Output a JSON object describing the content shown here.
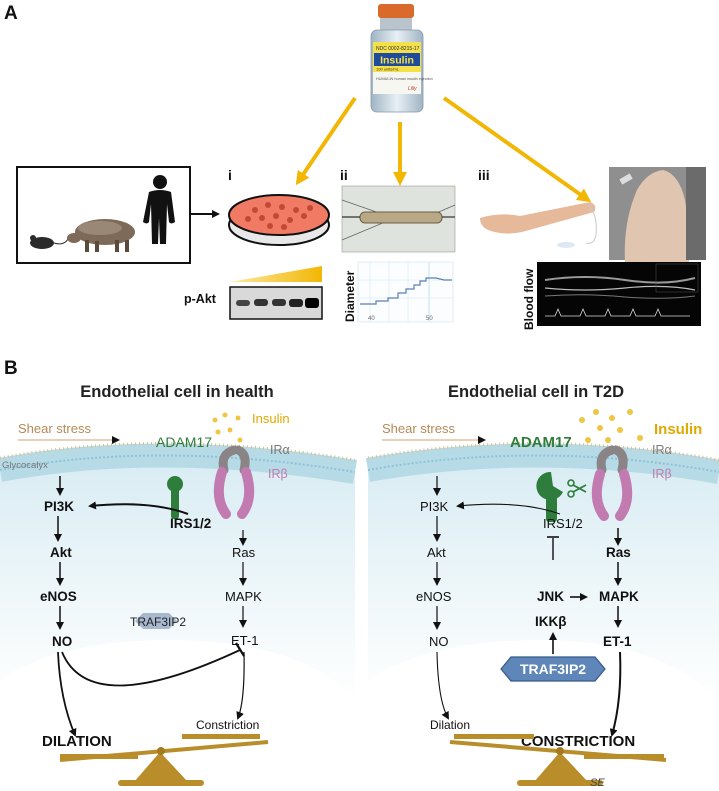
{
  "panel_a": {
    "label": "A",
    "vial": {
      "brand": "Insulin",
      "code": "NDC 0002-8215-17",
      "fine_text": "100 units/mL",
      "sub_text": "HUMULIN human insulin injection",
      "maker": "Lilly"
    },
    "sections": {
      "i": "i",
      "ii": "ii",
      "iii": "iii"
    },
    "western_label": "p-Akt",
    "diameter_label": "Diameter",
    "graph_ticks": [
      "40",
      "50"
    ],
    "blood_flow_label": "Blood flow"
  },
  "panel_b": {
    "label": "B",
    "health": {
      "title": "Endothelial cell in health",
      "shear": "Shear stress",
      "glycocalyx": "Glycocalyx",
      "adam17": "ADAM17",
      "insulin": "Insulin",
      "ira": "IRα",
      "irb": "IRβ",
      "pi3k": "PI3K",
      "irs": "IRS1/2",
      "akt": "Akt",
      "ras": "Ras",
      "enos": "eNOS",
      "mapk": "MAPK",
      "traf": "TRAF3IP2",
      "no": "NO",
      "et1": "ET-1",
      "constriction": "Constriction",
      "dilation": "DILATION"
    },
    "t2d": {
      "title": "Endothelial cell in T2D",
      "shear": "Shear stress",
      "adam17": "ADAM17",
      "insulin": "Insulin",
      "ira": "IRα",
      "irb": "IRβ",
      "pi3k": "PI3K",
      "irs": "IRS1/2",
      "akt": "Akt",
      "ras": "Ras",
      "enos": "eNOS",
      "jnk": "JNK",
      "mapk": "MAPK",
      "ikkb": "IKKβ",
      "no": "NO",
      "et1": "ET-1",
      "traf": "TRAF3IP2",
      "dilation": "Dilation",
      "constriction": "CONSTRICTION",
      "signature": "SE"
    }
  },
  "colors": {
    "arrow_gold": "#f2b705",
    "scale_gold": "#b98e2a",
    "adam_green": "#2e7d3c",
    "receptor_purple": "#c27bb0",
    "receptor_grey": "#8a8486",
    "insulin_dot": "#efc541",
    "traf_blue": "#5f86b8",
    "membrane_blue": "#bfe0ea",
    "cytoplasm_blue": "#e6f2f7"
  },
  "icons": [
    "insulin-vial-icon",
    "mouse-icon",
    "pig-icon",
    "human-silhouette-icon",
    "petri-dish-icon",
    "artery-icon",
    "arm-icon",
    "ultrasound-icon",
    "scissors-icon",
    "balance-scale-icon"
  ]
}
